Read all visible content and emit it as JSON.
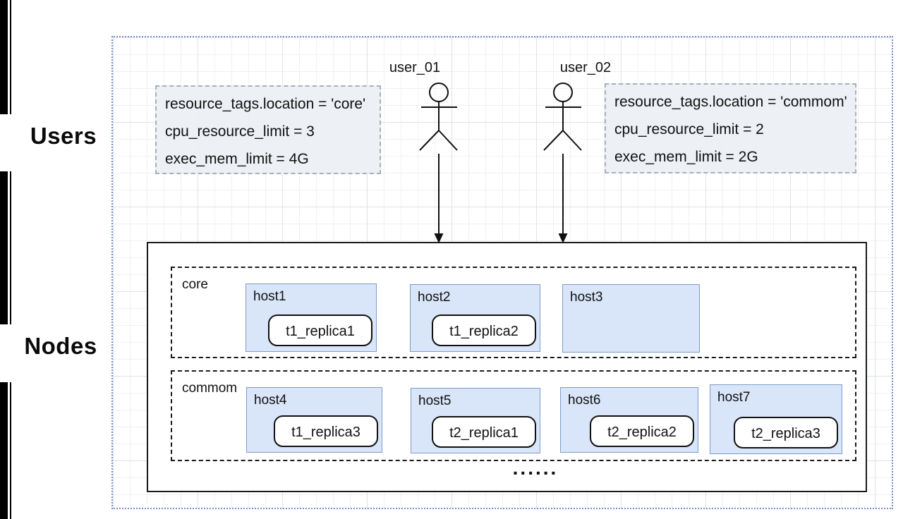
{
  "side_labels": {
    "users": "Users",
    "nodes": "Nodes"
  },
  "users": [
    {
      "label": "user_01",
      "params": [
        "resource_tags.location = 'core'",
        "cpu_resource_limit = 3",
        "exec_mem_limit = 4G"
      ]
    },
    {
      "label": "user_02",
      "params": [
        "resource_tags.location = 'commom'",
        "cpu_resource_limit = 2",
        "exec_mem_limit = 2G"
      ]
    }
  ],
  "node_groups": [
    {
      "label": "core",
      "hosts": [
        {
          "name": "host1",
          "replica": "t1_replica1"
        },
        {
          "name": "host2",
          "replica": "t1_replica2"
        },
        {
          "name": "host3",
          "replica": ""
        }
      ]
    },
    {
      "label": "commom",
      "hosts": [
        {
          "name": "host4",
          "replica": "t1_replica3"
        },
        {
          "name": "host5",
          "replica": "t2_replica1"
        },
        {
          "name": "host6",
          "replica": "t2_replica2"
        },
        {
          "name": "host7",
          "replica": "t2_replica3"
        }
      ]
    }
  ],
  "ellipsis": "......",
  "icons": {
    "actor_icon": "stick-figure-person",
    "arrow_icon": "down-arrow"
  },
  "colors": {
    "host_fill": "#d9e5f8",
    "host_border": "#7e9cc9",
    "canvas_border": "#7b8ec8",
    "param_box_fill": "#ebeff3",
    "param_box_border": "#a9b0b8",
    "line_stroke": "#111111",
    "edge_bar": "#000000"
  }
}
